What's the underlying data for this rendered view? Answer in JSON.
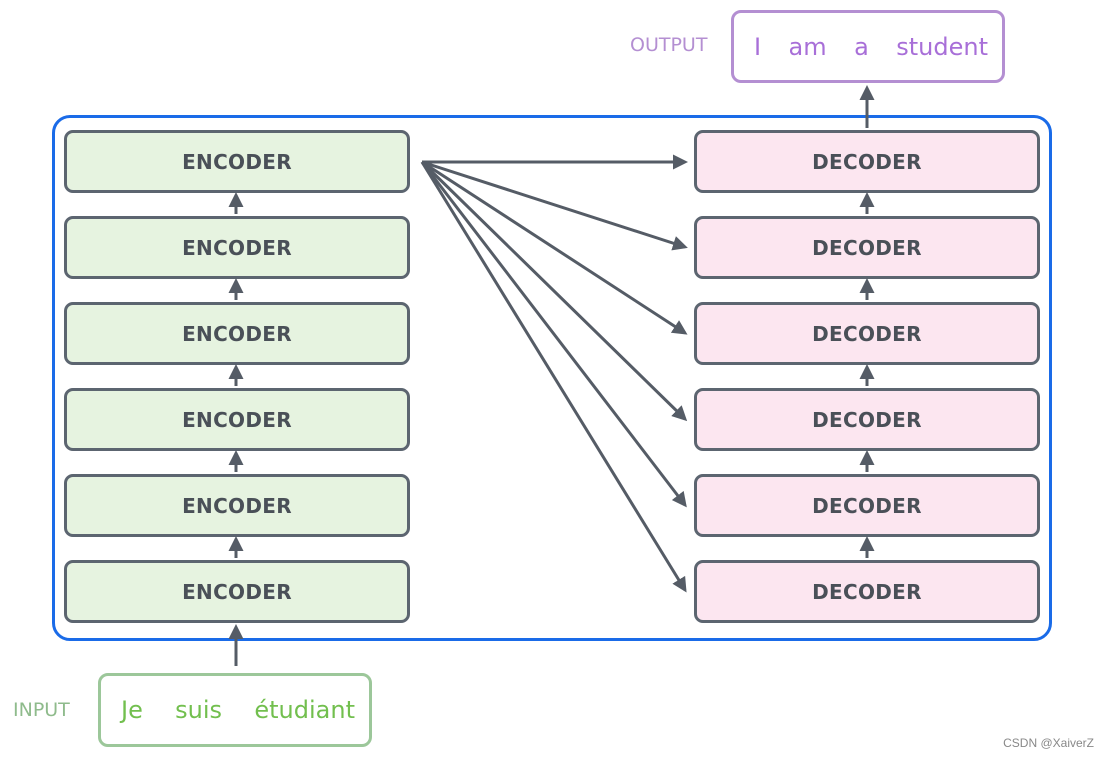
{
  "output": {
    "label": "OUTPUT",
    "words": [
      "I",
      "am",
      "a",
      "student"
    ]
  },
  "input": {
    "label": "INPUT",
    "words": [
      "Je",
      "suis",
      "étudiant"
    ]
  },
  "encoders": [
    "ENCODER",
    "ENCODER",
    "ENCODER",
    "ENCODER",
    "ENCODER",
    "ENCODER"
  ],
  "decoders": [
    "DECODER",
    "DECODER",
    "DECODER",
    "DECODER",
    "DECODER",
    "DECODER"
  ],
  "watermark": "CSDN @XaiverZ",
  "colors": {
    "frame": "#1a6be8",
    "encoder_fill": "#e6f3e0",
    "decoder_fill": "#fce6f0",
    "block_border": "#5c6570",
    "arrow": "#555c66",
    "input_text": "#72bf4e",
    "output_text": "#a86fd8"
  }
}
